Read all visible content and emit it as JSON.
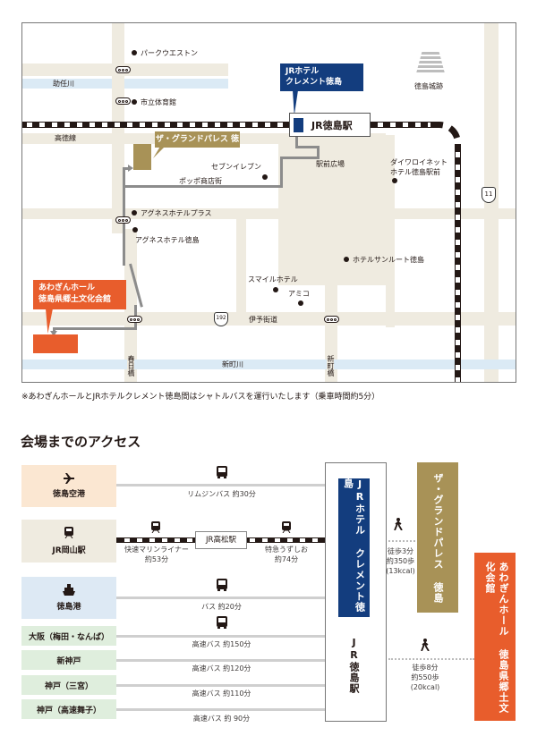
{
  "map": {
    "landmarks": {
      "park_weston": "パークウエストン",
      "suketo_river": "助任川",
      "city_gym": "市立体育館",
      "kotoku_line": "高徳線",
      "seven_eleven": "セブンイレブン",
      "poppo": "ポッポ商店街",
      "ekimae": "駅前広場",
      "daiwa_1": "ダイワロイネット",
      "daiwa_2": "ホテル徳島駅前",
      "castle": "徳島城跡",
      "agnes_plus": "アグネスホテルプラス",
      "agnes": "アグネスホテル徳島",
      "sunroute": "ホテルサンルート徳島",
      "smile": "スマイルホテル",
      "amico": "アミコ",
      "iyo_kaido": "伊予街道",
      "shinmachi_river": "新町川",
      "kasuga_bridge": "春日橋",
      "shinmachi_bridge": "新町橋",
      "route_11": "11",
      "route_192": "192"
    },
    "jr_hotel_label": [
      "JRホテル",
      "クレメント徳島"
    ],
    "jr_station": "JR徳島駅",
    "grand_palace_label": "ザ・グランドパレス 徳島",
    "awagin_label": [
      "あわぎんホール",
      "徳島県郷土文化会館"
    ]
  },
  "note": "※あわぎんホールとJRホテルクレメント徳島間はシャトルバスを運行いたします（乗車時間約5分）",
  "access": {
    "title": "会場までのアクセス",
    "sources": [
      {
        "name": "徳島空港",
        "route": "リムジンバス 約30分"
      },
      {
        "name": "JR岡山駅",
        "route1": [
          "快速マリンライナー",
          "約53分"
        ],
        "transfer": "JR高松駅",
        "route2": [
          "特急うずしお",
          "約74分"
        ]
      },
      {
        "name": "徳島港",
        "route": "バス 約20分"
      },
      {
        "name": "大阪（梅田・なんば）",
        "route": "高速バス 約150分"
      },
      {
        "name": "新神戸",
        "route": "高速バス 約120分"
      },
      {
        "name": "神戸（三宮）",
        "route": "高速バス 約110分"
      },
      {
        "name": "神戸（高速舞子）",
        "route": "高速バス 約 90分"
      }
    ],
    "jr_hotel": "JRホテル クレメント徳島",
    "jr_station": "JR徳島駅",
    "grand_palace": "ザ・グランドパレス 徳島",
    "awagin": "あわぎんホール 徳島県郷土文化会館",
    "walk1": [
      "徒歩3分",
      "約350歩",
      "(13kcal)"
    ],
    "walk2": [
      "徒歩8分",
      "約550歩",
      "(20kcal)"
    ]
  },
  "colors": {
    "jr_blue": "#133d7e",
    "gold": "#a89257",
    "orange": "#e85d2c"
  }
}
